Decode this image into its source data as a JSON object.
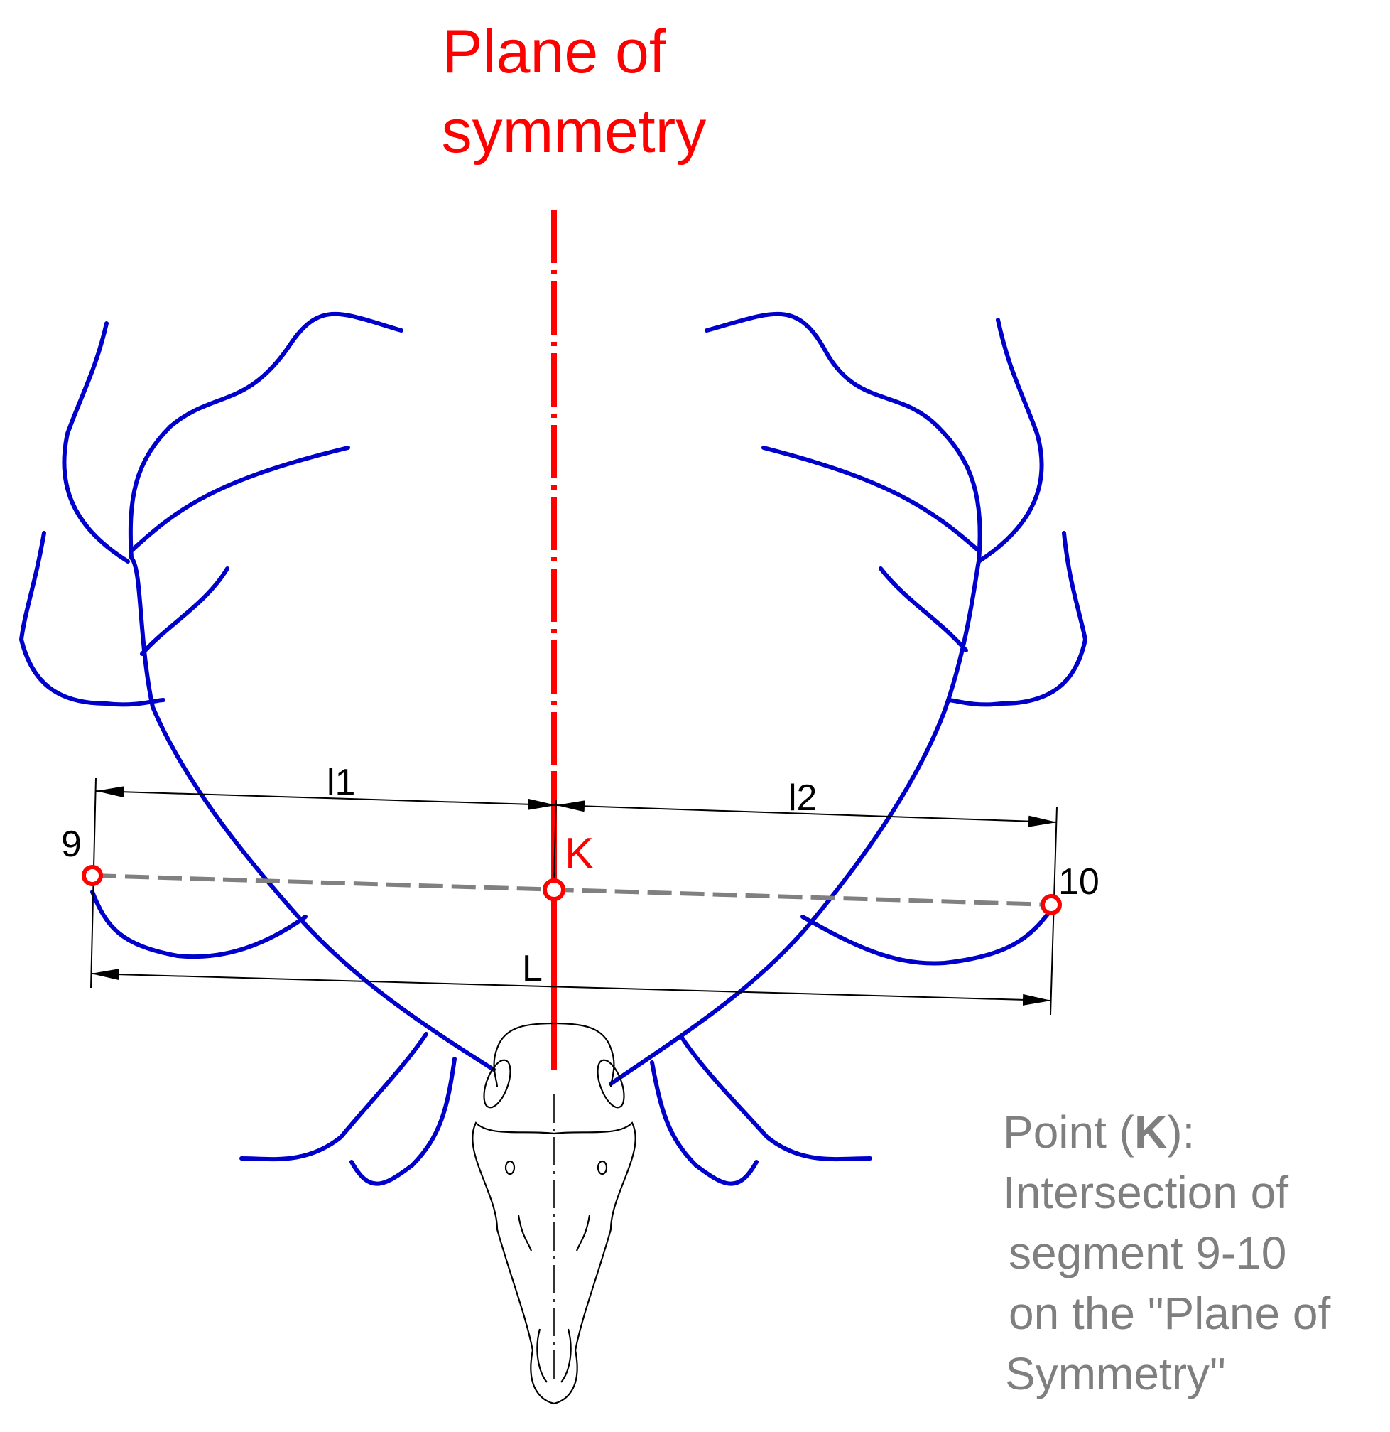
{
  "title": {
    "line1": "Plane of",
    "line2": "symmetry"
  },
  "labels": {
    "l1": "l1",
    "l2": "l2",
    "L": "L",
    "point9": "9",
    "point10": "10",
    "pointK": "K"
  },
  "note": {
    "line1_prefix": "Point (",
    "line1_bold": "K",
    "line1_suffix": "):",
    "line2": "Intersection of",
    "line3": "segment 9-10",
    "line4": "on the \"Plane of",
    "line5": "Symmetry\""
  },
  "colors": {
    "symmetry": "#ff0000",
    "antler": "#0000cc",
    "dimension": "#000000",
    "segment": "#808080",
    "note": "#7f7f7f"
  }
}
